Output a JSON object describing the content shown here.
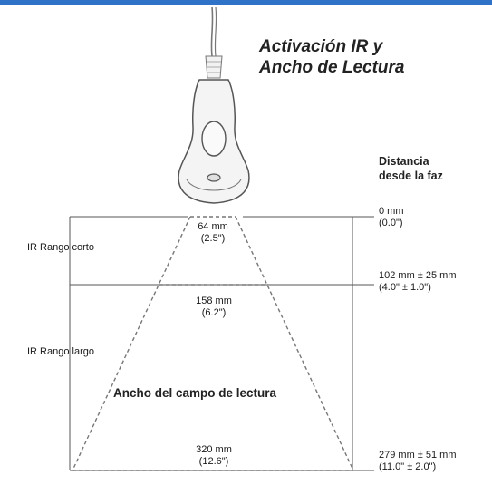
{
  "title": {
    "line1": "Activación IR y",
    "line2": "Ancho de Lectura"
  },
  "distance_header": {
    "line1": "Distancia",
    "line2": "desde la faz"
  },
  "distances": [
    {
      "metric": "0 mm",
      "imperial": "(0.0\")"
    },
    {
      "metric": "102 mm ± 25 mm",
      "imperial": "(4.0\" ± 1.0\")"
    },
    {
      "metric": "279 mm ± 51 mm",
      "imperial": "(11.0\" ± 2.0\")"
    }
  ],
  "ranges": {
    "short": "IR Rango corto",
    "long": "IR Rango largo"
  },
  "widths": [
    {
      "metric": "64 mm",
      "imperial": "(2.5\")"
    },
    {
      "metric": "158 mm",
      "imperial": "(6.2\")"
    },
    {
      "metric": "320 mm",
      "imperial": "(12.6\")"
    }
  ],
  "field_label": "Ancho del campo de lectura",
  "colors": {
    "accent_bar": "#2f73c9",
    "lines": "#666666"
  }
}
